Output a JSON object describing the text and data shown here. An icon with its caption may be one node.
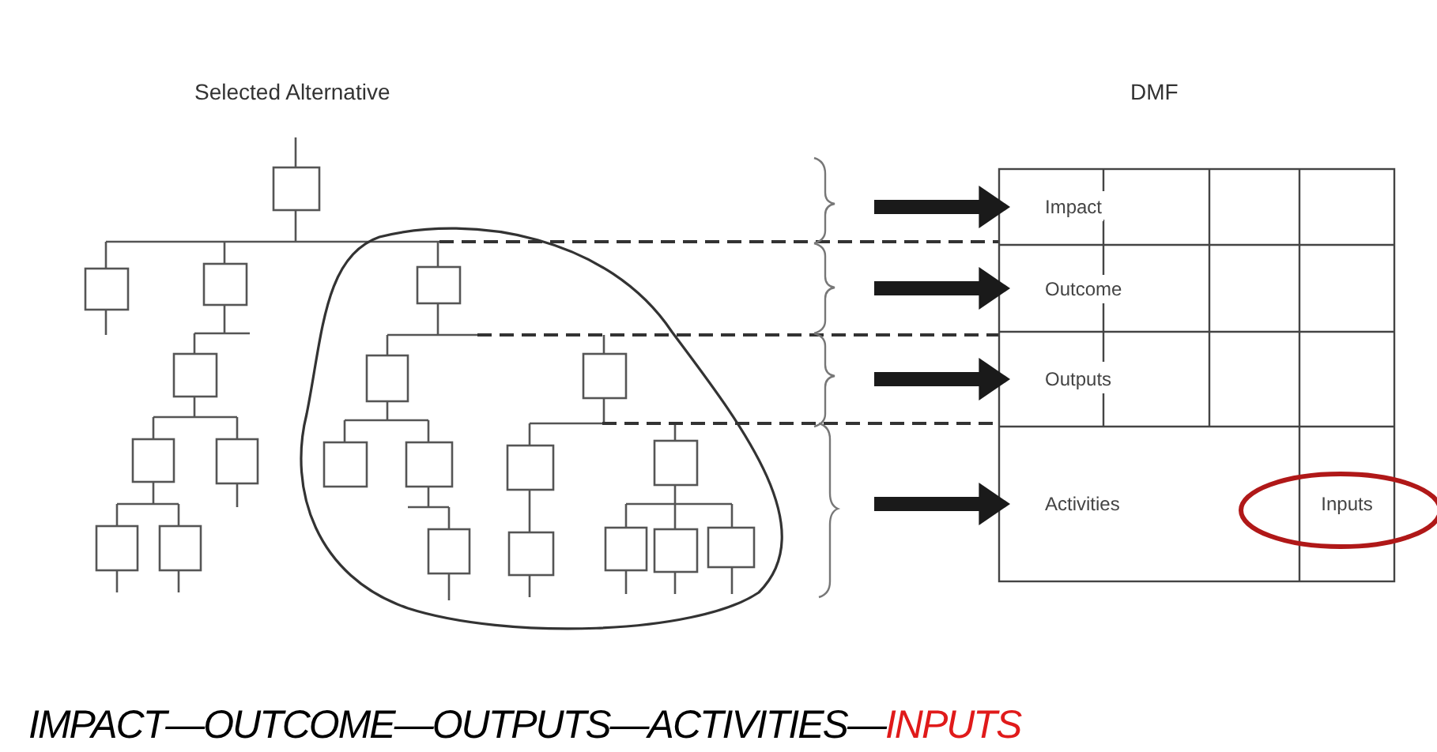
{
  "diagram": {
    "nodes": [
      {
        "text": [
          "Impact"
        ]
      },
      {
        "text": [
          "Outcome"
        ]
      },
      {
        "text": [
          "Outputs"
        ]
      },
      {
        "text": [
          "Activities"
        ]
      },
      {
        "text": [
          "Inputs"
        ]
      }
    ],
    "edges": [
      {
        "from": null,
        "to": 0,
        "arrow": "to"
      },
      {
        "from": null,
        "to": 1,
        "arrow": "to"
      },
      {
        "from": null,
        "to": 2,
        "arrow": "to"
      },
      {
        "from": null,
        "to": 3,
        "arrow": "to"
      }
    ],
    "labels": [
      "Selected Alternative",
      "DMF",
      "IMPACT—OUTCOME—OUTPUTS—ACTIVITIES—",
      "INPUTS"
    ]
  }
}
